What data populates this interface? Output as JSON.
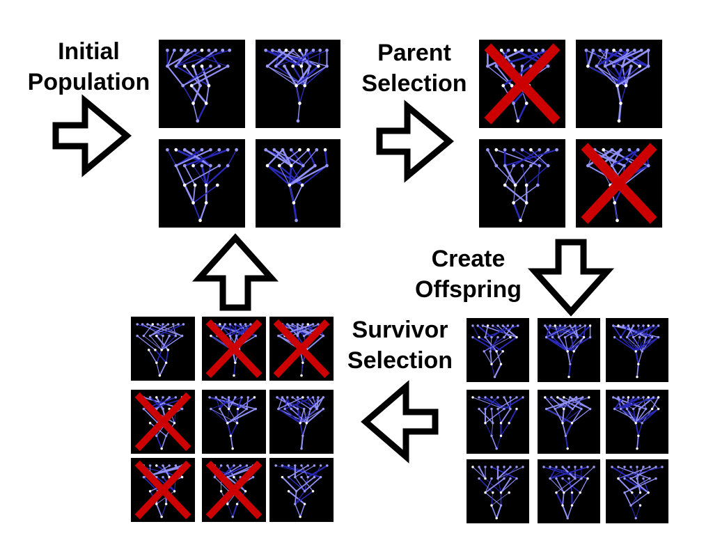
{
  "labels": {
    "initial": [
      "Initial",
      "Population"
    ],
    "parent": [
      "Parent",
      "Selection"
    ],
    "offspring": [
      "Create",
      "Offspring"
    ],
    "survivor": [
      "Survivor",
      "Selection"
    ]
  },
  "colors": {
    "cross": "#cc0000",
    "background": "#000000",
    "edge_light": "#8f8ff5",
    "edge_dark": "#2a2ab8",
    "node_light": "#9a9af0",
    "node_white": "#ffffff"
  },
  "groups": {
    "initial_population": [
      {
        "variant": "a",
        "crossed": false
      },
      {
        "variant": "b",
        "crossed": false
      },
      {
        "variant": "c",
        "crossed": false
      },
      {
        "variant": "d",
        "crossed": false
      }
    ],
    "parent_selection": [
      {
        "variant": "a",
        "crossed": true
      },
      {
        "variant": "b",
        "crossed": false
      },
      {
        "variant": "c",
        "crossed": false
      },
      {
        "variant": "d",
        "crossed": true
      }
    ],
    "offspring": [
      {
        "variant": "a",
        "crossed": false
      },
      {
        "variant": "b",
        "crossed": false
      },
      {
        "variant": "b",
        "crossed": false
      },
      {
        "variant": "c",
        "crossed": false
      },
      {
        "variant": "d",
        "crossed": false
      },
      {
        "variant": "b",
        "crossed": false
      },
      {
        "variant": "c",
        "crossed": false
      },
      {
        "variant": "c",
        "crossed": false
      },
      {
        "variant": "c",
        "crossed": false
      }
    ],
    "survivor_selection": [
      {
        "variant": "a",
        "crossed": false
      },
      {
        "variant": "b",
        "crossed": true
      },
      {
        "variant": "b",
        "crossed": true
      },
      {
        "variant": "c",
        "crossed": true
      },
      {
        "variant": "d",
        "crossed": false
      },
      {
        "variant": "b",
        "crossed": false
      },
      {
        "variant": "c",
        "crossed": true
      },
      {
        "variant": "c",
        "crossed": true
      },
      {
        "variant": "c",
        "crossed": false
      }
    ]
  }
}
